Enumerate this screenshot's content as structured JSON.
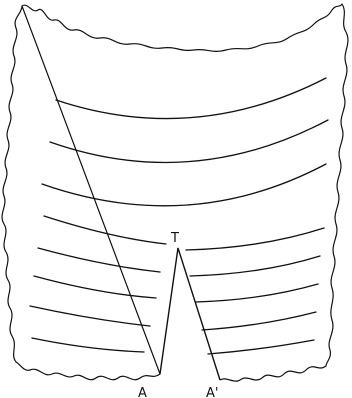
{
  "labels": {
    "apex": "T",
    "left_base": "A",
    "right_base": "A'"
  },
  "colors": {
    "stroke": "#111111",
    "background": "#ffffff"
  }
}
